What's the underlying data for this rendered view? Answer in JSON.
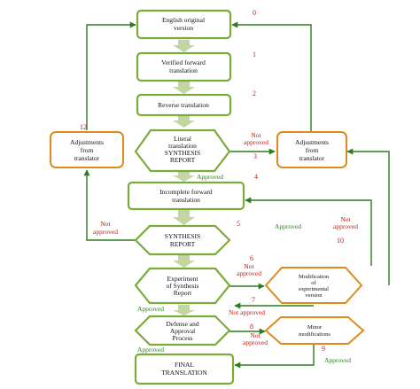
{
  "colors": {
    "node_border": "#7bab3a",
    "side_border": "#e08a1e",
    "line": "#2a7d1c",
    "arrow_fill": "#c2d6a2",
    "red_label": "#b8211a",
    "green_label": "#2e7d1c"
  },
  "nodes": {
    "english_original": [
      "English original",
      "version"
    ],
    "verified_forward": [
      "Verified forward",
      "translation"
    ],
    "reverse": [
      "Reverse translation"
    ],
    "literal_translation": [
      "Literal",
      "translation",
      "SYNTHESIS",
      "REPORT"
    ],
    "incomplete_forward": [
      "Incomplete forward",
      "translation"
    ],
    "synthesis_report": [
      "SYNTHESIS",
      "REPORT"
    ],
    "experiment": [
      "Experiment",
      "of Synthesis",
      "Report"
    ],
    "defense": [
      "Defense and",
      "Approval",
      "Process"
    ],
    "final": [
      "FINAL",
      "TRANSLATION"
    ],
    "adjust_left": [
      "Adjustments",
      "from",
      "translator"
    ],
    "adjust_right": [
      "Adjustments",
      "from",
      "translator"
    ],
    "modification": [
      "Modification",
      "of",
      "experimental",
      "version"
    ],
    "minor": [
      "Minor",
      "modifications"
    ]
  },
  "step_numbers": {
    "n0": "0",
    "n1": "1",
    "n2": "2",
    "n3": "3",
    "n4": "4",
    "n5": "5",
    "n6": "6",
    "n7": "7",
    "n8": "8",
    "n9": "9",
    "n10": "10",
    "n12": "12"
  },
  "labels": {
    "not_approved_lit": [
      "Not",
      "approved"
    ],
    "approved_lit": "Approved",
    "not_approved_syn": [
      "Not",
      "approved"
    ],
    "approved_right": "Approved",
    "not_approved_right": [
      "Not",
      "approved"
    ],
    "not_approved_exp": [
      "Not",
      "approved"
    ],
    "approved_exp": "Approved",
    "not_approved_top": "Not approved",
    "not_approved_def": [
      "Not",
      "approved"
    ],
    "approved_def": "Approved",
    "approved_minor": "Approved"
  }
}
